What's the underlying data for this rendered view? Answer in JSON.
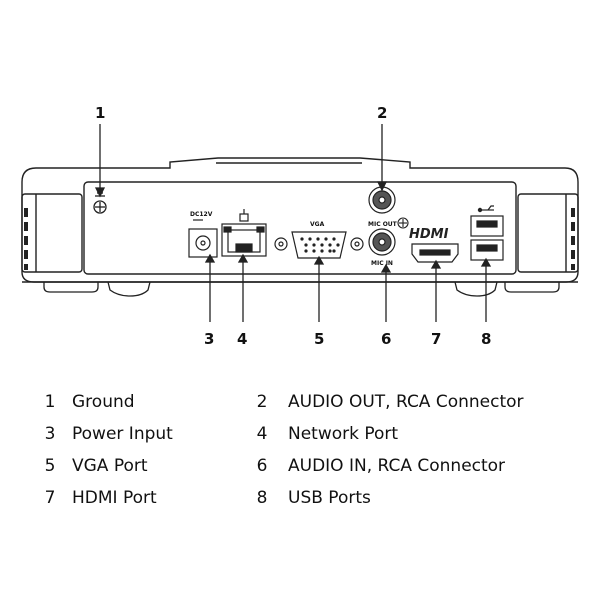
{
  "callouts": [
    "1",
    "2",
    "3",
    "4",
    "5",
    "6",
    "7",
    "8"
  ],
  "panel_labels": {
    "dc": "DC12V",
    "vga": "VGA",
    "mic_out": "MIC OUT",
    "mic_in": "MIC IN",
    "hdmi": "HDMI"
  },
  "legend": [
    {
      "num": "1",
      "label": "Ground"
    },
    {
      "num": "2",
      "label": "AUDIO OUT, RCA Connector"
    },
    {
      "num": "3",
      "label": "Power Input"
    },
    {
      "num": "4",
      "label": "Network Port"
    },
    {
      "num": "5",
      "label": "VGA Port"
    },
    {
      "num": "6",
      "label": "AUDIO IN, RCA Connector"
    },
    {
      "num": "7",
      "label": "HDMI Port"
    },
    {
      "num": "8",
      "label": "USB Ports"
    }
  ]
}
